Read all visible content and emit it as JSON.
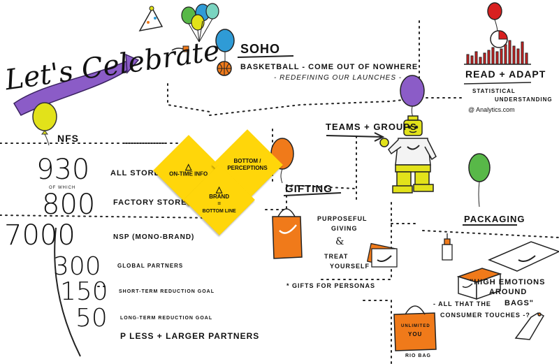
{
  "title": "Let's Celebrate",
  "nfs": {
    "label": "NFS",
    "rows": [
      {
        "num": "930",
        "label": "All Stores"
      },
      {
        "num": "800",
        "label": "Factory Stores"
      },
      {
        "num": "7000",
        "label": "NSP (Mono-Brand)"
      },
      {
        "num": "300",
        "label": "Global Partners"
      },
      {
        "num": "150",
        "label": "Short-Term Reduction Goal"
      },
      {
        "num": "50",
        "label": "Long-Term Reduction Goal"
      }
    ],
    "of_which": "of which",
    "footer": "P Less + Larger Partners"
  },
  "stickies": {
    "ontime": "On-Time Info",
    "bottom": "Bottom / Perceptions",
    "brand": "Brand",
    "equals": "=",
    "bottom_line": "Bottom Line"
  },
  "soho": {
    "title": "SOHO",
    "line1": "Basketball - Come out of Nowhere",
    "line2": "- Redefining Our Launches -"
  },
  "read_adapt": {
    "title": "Read + Adapt",
    "subtitle1": "Statistical",
    "subtitle2": "Understanding",
    "analytics": "@ Analytics.com"
  },
  "teams": {
    "title": "Teams + Groups"
  },
  "gifting": {
    "title": "Gifting",
    "purposeful1": "Purposeful",
    "purposeful2": "Giving",
    "amp": "&",
    "treat1": "Treat",
    "treat2": "Yourself",
    "footer": "* Gifts for Personas"
  },
  "packaging": {
    "title": "Packaging",
    "quote1": "\"High Emotions",
    "quote2": "Around",
    "quote3": "Bags\"",
    "touches1": "- All That The",
    "touches2": "Consumer Touches -?",
    "bag_text1": "Unlimited",
    "bag_text2": "You",
    "bag_label": "Rio Bag"
  },
  "colors": {
    "yellow": "#e2e21a",
    "orange": "#f07a1a",
    "blue": "#2f9bd6",
    "purple": "#8b5cc7",
    "green": "#58b848",
    "red": "#d82020",
    "sticky": "#ffd60a"
  }
}
